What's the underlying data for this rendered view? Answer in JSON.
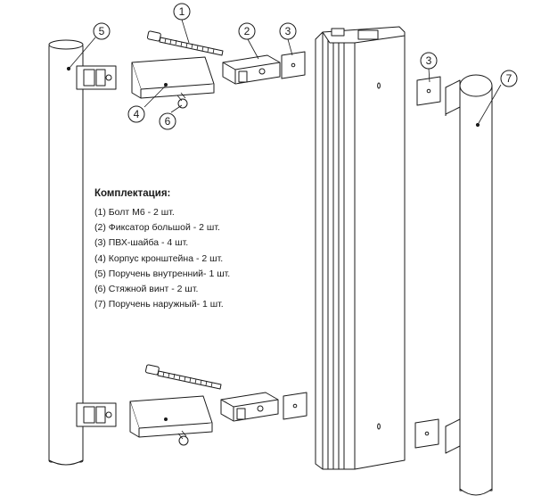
{
  "legend": {
    "title": "Комплектация:",
    "items": [
      "(1) Болт М6 - 2 шт.",
      "(2) Фиксатор большой - 2 шт.",
      "(3) ПВХ-шайба - 4 шт.",
      "(4) Корпус кронштейна - 2 шт.",
      "(5) Поручень внутренний- 1 шт.",
      "(6) Стяжной винт - 2 шт.",
      "(7) Поручень наружный- 1 шт."
    ]
  },
  "callouts": {
    "c1": "1",
    "c2": "2",
    "c3a": "3",
    "c3b": "3",
    "c4": "4",
    "c5": "5",
    "c6": "6",
    "c7": "7"
  }
}
